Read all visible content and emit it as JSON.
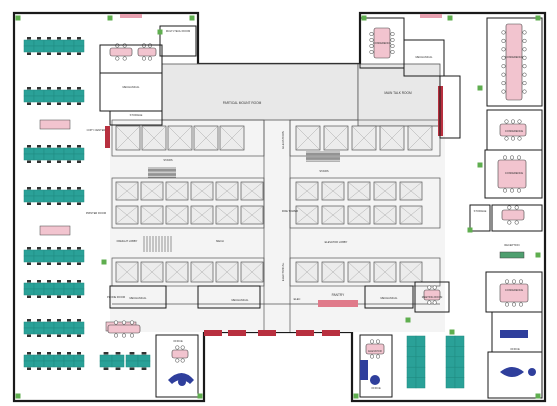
{
  "labels": {
    "multi_tech_room": "MULTI-TECH ROOM",
    "mechanical_nw": "MECHANICAL",
    "storage_nw": "STORAGE",
    "copy_center": "COPY CENTER",
    "printer_room": "PRINTER ROOM",
    "lobby_top": "PARTICAL MOUNT ROOM",
    "mechanical_ne": "MECHANICAL",
    "main_talk_room": "MAIN TALK ROOM",
    "stairs_left": "STAIRS",
    "elevators": "ELEVATORS",
    "stairs_mid": "STAIRS",
    "freight_lobby": "FREIGHT LOBBY",
    "mech_center": "MECH",
    "fire_tower": "FIRE TOWER",
    "electrical": "ELECTRICAL",
    "mechanical_left_bottom": "MECHANICAL",
    "mechanical_center": "MECHANICAL",
    "elev_lobby": "ELEVATOR LOBBY",
    "elec_right": "ELEC",
    "pantry": "PANTRY",
    "mechanical_right_bottom": "MECHANICAL",
    "meeting_room": "MEETING ROOM",
    "phone_room_left": "PHONE ROOM",
    "storage_right": "STORAGE",
    "reception": "RECEPTION",
    "office_se": "OFFICE",
    "office_sw": "OFFICE",
    "office_s_mid": "OFFICE",
    "conf_a": "CONFERENCE",
    "conf_b": "CONFERENCE",
    "conf_c": "CONFERENCE",
    "conf_d": "CONFERENCE",
    "conf_e": "CONFERENCE",
    "elev_label": "ELEVATOR"
  },
  "colors": {
    "wall": "#1a1a1a",
    "desk_teal": "#2aa198",
    "desk_teal_dark": "#1e8a80",
    "conf_pink": "#f2c4cf",
    "accent_red": "#b8303f",
    "chair_blue": "#2f3f9c",
    "plant_green": "#5fae4f",
    "core_gray": "#e8e8e8",
    "core_line": "#555555",
    "table_line": "#444444"
  }
}
